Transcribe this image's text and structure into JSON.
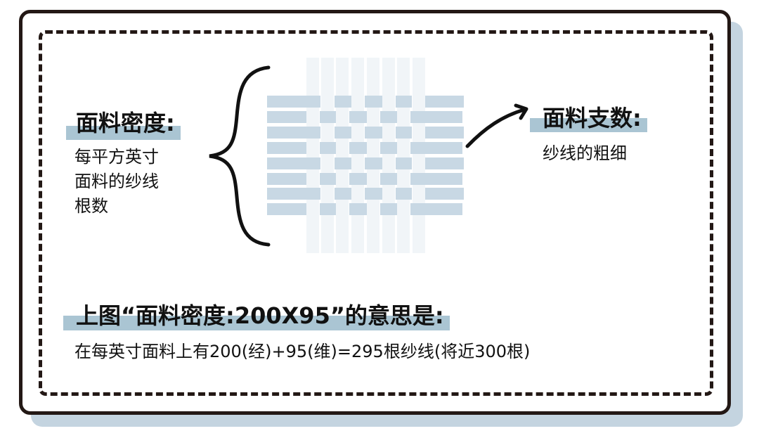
{
  "diagram": {
    "density_section": {
      "title": "面料密度:",
      "description_lines": [
        "每平方英寸",
        "面料的纱线",
        "根数"
      ]
    },
    "count_section": {
      "title": "面料支数:",
      "description": "纱线的粗细"
    },
    "explanation": {
      "title": "上图“面料密度:200X95”的意思是:",
      "text": "在每英寸面料上有200(经)+95(维)=295根纱线(将近300根)"
    },
    "weave_illustration": {
      "warp_columns": 8,
      "weft_rows": 8
    },
    "colors": {
      "border": "#231815",
      "highlight": "#aac5d3",
      "shadow": "#c4d4e0",
      "weft": "#c8d8e4",
      "warp": "#f1f5f8"
    }
  }
}
